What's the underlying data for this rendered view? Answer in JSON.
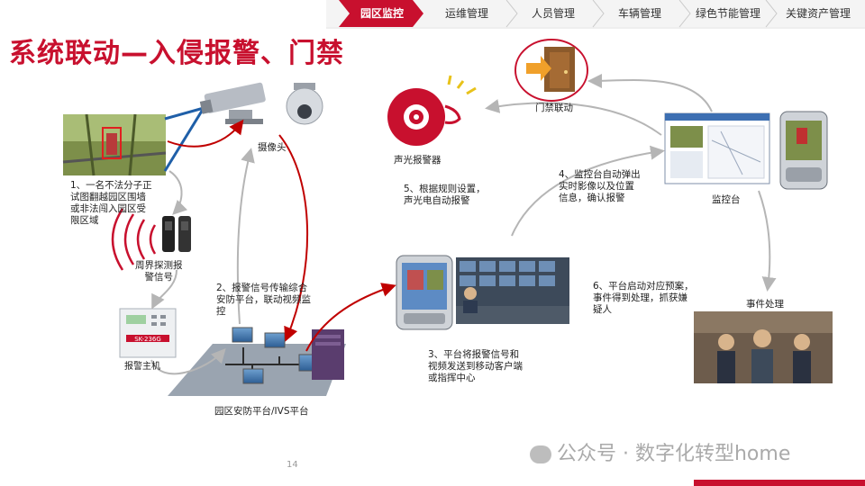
{
  "nav": {
    "tabs": [
      {
        "label": "园区监控",
        "active": true
      },
      {
        "label": "运维管理",
        "active": false
      },
      {
        "label": "人员管理",
        "active": false
      },
      {
        "label": "车辆管理",
        "active": false
      },
      {
        "label": "绿色节能管理",
        "active": false
      },
      {
        "label": "关键资产管理",
        "active": false
      }
    ]
  },
  "title": "系统联动—入侵报警、门禁",
  "labels": {
    "camera": "摄像头",
    "sound_light": "声光报警器",
    "door": "门禁联动",
    "monitor": "监控台",
    "event": "事件处理",
    "perimeter": "周界探测报\n警信号",
    "platform": "园区安防平台/IVS平台",
    "alarm_host": "报警主机"
  },
  "steps": {
    "s1": "1、一名不法分子正\n试图翻越园区围墙\n或非法闯入园区受\n限区域",
    "s2": "2、报警信号传输综合\n安防平台，联动视频监\n控",
    "s3": "3、平台将报警信号和\n视频发送到移动客户端\n或指挥中心",
    "s4": "4、监控台自动弹出\n实时影像以及位置\n信息，确认报警",
    "s5": "5、根据规则设置，\n声光电自动报警",
    "s6": "6、平台启动对应预案，\n事件得到处理，抓获嫌\n疑人"
  },
  "device_text": "SK-236G",
  "page_number": "14",
  "watermark": "公众号 · 数字化转型home",
  "colors": {
    "accent": "#c8102e",
    "arrow_gray": "#b5b5b5",
    "arrow_red": "#c00000"
  }
}
